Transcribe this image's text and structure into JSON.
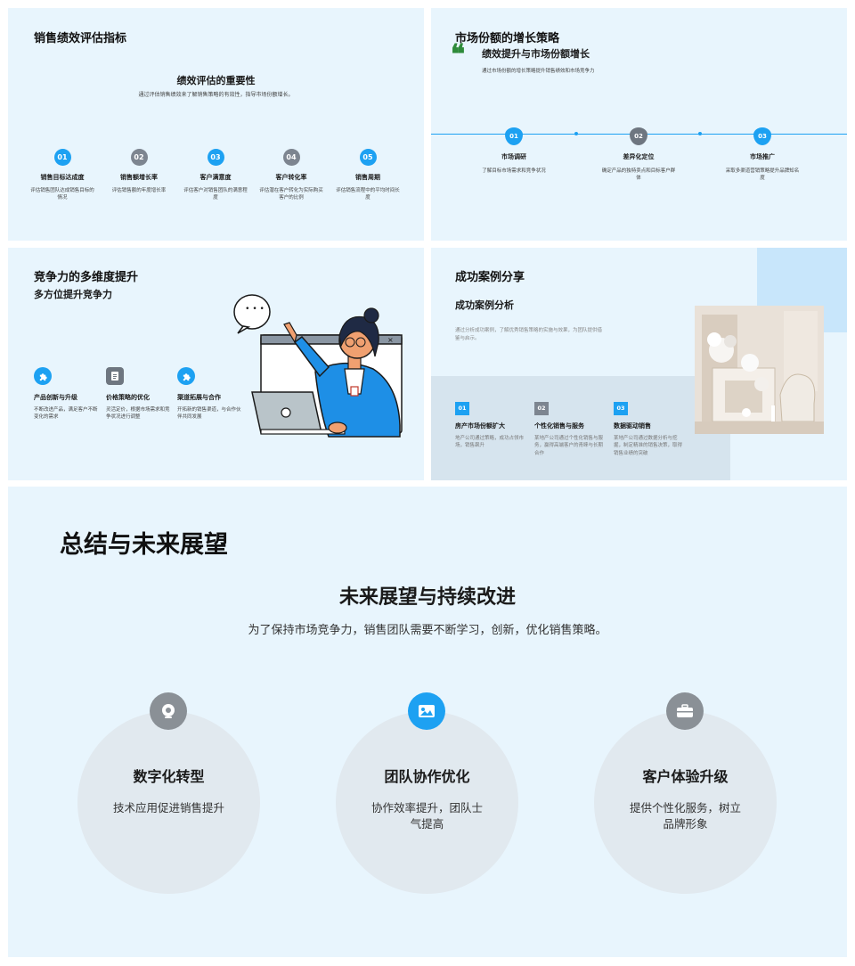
{
  "slide1": {
    "title": "销售绩效评估指标",
    "subtitle": "绩效评估的重要性",
    "description": "通过评估销售绩效来了解销售策略的有效性，指导市场份额增长。",
    "items": [
      {
        "num": "01",
        "title": "销售目标达成度",
        "desc": "评估销售团队达成销售目标的情况"
      },
      {
        "num": "02",
        "title": "销售额增长率",
        "desc": "评估销售额的年度增长率"
      },
      {
        "num": "03",
        "title": "客户满意度",
        "desc": "评估客户对销售团队的满意程度"
      },
      {
        "num": "04",
        "title": "客户转化率",
        "desc": "评估潜在客户转化为实际购买客户的比例"
      },
      {
        "num": "05",
        "title": "销售周期",
        "desc": "评估销售流程中的平均时间长度"
      }
    ]
  },
  "slide2": {
    "title": "市场份额的增长策略",
    "quote_mark": "❝",
    "subtitle": "绩效提升与市场份额增长",
    "description": "通过市场份额的增长策略提升销售绩效和市场竞争力",
    "items": [
      {
        "num": "01",
        "title": "市场调研",
        "desc": "了解目标市场需求和竞争状况"
      },
      {
        "num": "02",
        "title": "差异化定位",
        "desc": "确定产品的独特卖点和目标客户群体"
      },
      {
        "num": "03",
        "title": "市场推广",
        "desc": "采取多渠道营销策略提升品牌知名度"
      }
    ]
  },
  "slide3": {
    "title": "竞争力的多维度提升",
    "subtitle": "多方位提升竞争力",
    "speech_bubble": "• • •",
    "items": [
      {
        "title": "产品创新与升级",
        "desc": "不断改进产品，满足客户不断变化的需求",
        "icon": "puzzle-icon"
      },
      {
        "title": "价格策略的优化",
        "desc": "灵活定价，根据市场需求和竞争状况进行调整",
        "icon": "document-icon"
      },
      {
        "title": "渠道拓展与合作",
        "desc": "开拓新的销售渠道，与合作伙伴共同发展",
        "icon": "puzzle-icon"
      }
    ]
  },
  "slide4": {
    "title": "成功案例分享",
    "subtitle": "成功案例分析",
    "description": "通过分析成功案例，了解优秀销售策略的实施与效果，为团队提供借鉴与启示。",
    "items": [
      {
        "num": "01",
        "title": "房产市场份额扩大",
        "desc": "地产公司通过策略，成功占领市场，销售飙升"
      },
      {
        "num": "02",
        "title": "个性化销售与服务",
        "desc": "某地产公司通过个性化销售与服务，赢得高端客户的青睐与长期合作"
      },
      {
        "num": "03",
        "title": "数据驱动销售",
        "desc": "某地产公司通过数据分析与挖掘，制定精准的销售决策，取得销售业绩的突破"
      }
    ]
  },
  "slide5": {
    "title": "总结与未来展望",
    "subtitle": "未来展望与持续改进",
    "description": "为了保持市场竞争力，销售团队需要不断学习，创新，优化销售策略。",
    "items": [
      {
        "title": "数字化转型",
        "desc": "技术应用促进销售提升",
        "icon": "webcam-icon"
      },
      {
        "title": "团队协作优化",
        "desc": "协作效率提升，团队士气提高",
        "icon": "image-icon"
      },
      {
        "title": "客户体验升级",
        "desc": "提供个性化服务，树立品牌形象",
        "icon": "briefcase-icon"
      }
    ]
  },
  "colors": {
    "accent": "#1da1f2",
    "gray": "#7d8590",
    "background": "#e8f5fd",
    "quote": "#2e8b3a"
  }
}
